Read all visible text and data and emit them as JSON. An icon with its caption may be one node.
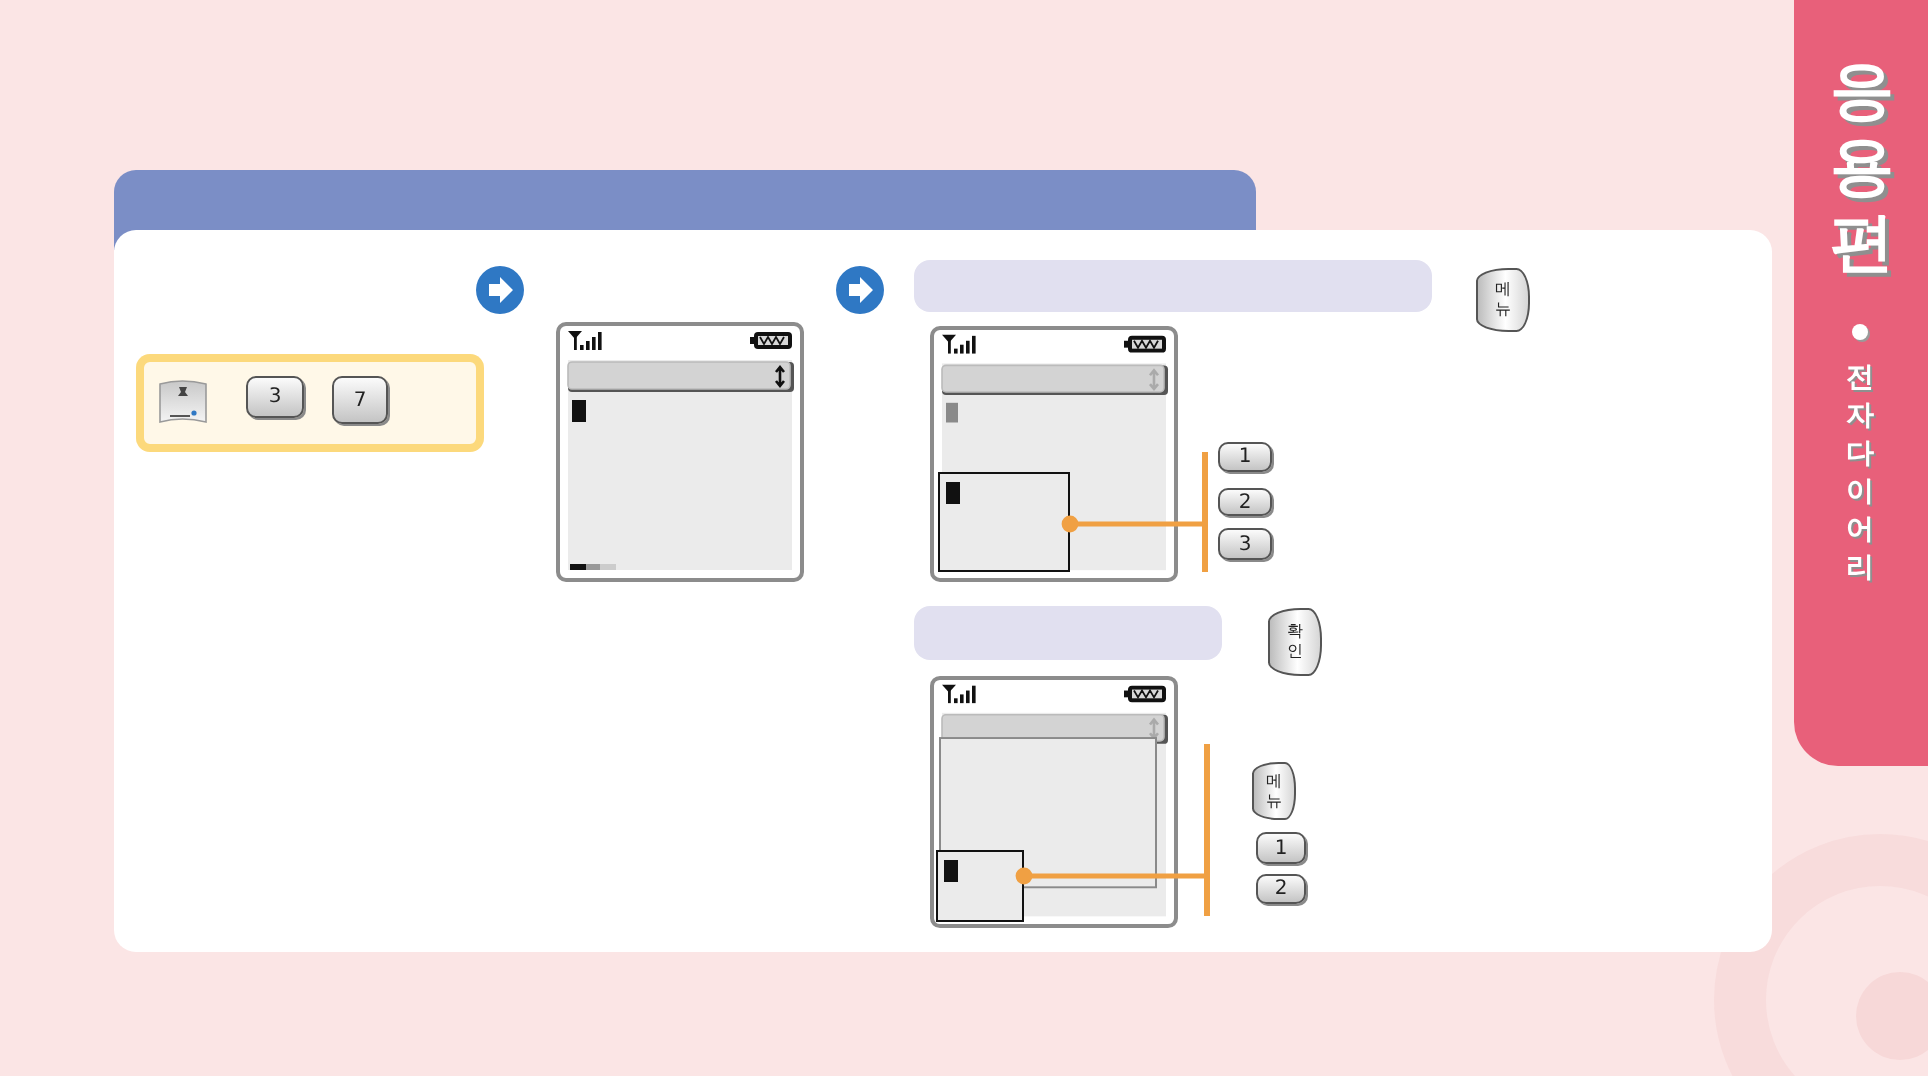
{
  "diagram": {
    "nodes": [
      {
        "text": [],
        "shape": "box"
      },
      {
        "text": [],
        "shape": "picture",
        "in": 0
      },
      {
        "text": [
          "3"
        ],
        "in": 0
      },
      {
        "text": [
          "7"
        ],
        "in": 0
      },
      {
        "text": [],
        "shape": "picture"
      },
      {
        "text": [],
        "shape": "box"
      },
      {
        "text": [
          "메뉴"
        ]
      },
      {
        "text": [],
        "shape": "picture"
      },
      {
        "text": [],
        "shape": "box",
        "in": 7
      },
      {
        "text": [],
        "shape": "bar"
      },
      {
        "text": [
          "1"
        ]
      },
      {
        "text": [
          "2"
        ]
      },
      {
        "text": [
          "3"
        ]
      },
      {
        "text": [],
        "shape": "box"
      },
      {
        "text": [
          "확인"
        ]
      },
      {
        "text": [],
        "shape": "picture"
      },
      {
        "text": [],
        "shape": "box",
        "in": 15
      },
      {
        "text": [],
        "shape": "bar"
      },
      {
        "text": [
          "메뉴"
        ]
      },
      {
        "text": [
          "1"
        ]
      },
      {
        "text": [
          "2"
        ]
      },
      {
        "text": [
          "응용편",
          "전자다이어리"
        ]
      }
    ],
    "edges": [
      {
        "from": 8,
        "to": 9,
        "arrow": "other"
      },
      {
        "from": 16,
        "to": 17,
        "arrow": "other"
      }
    ]
  }
}
